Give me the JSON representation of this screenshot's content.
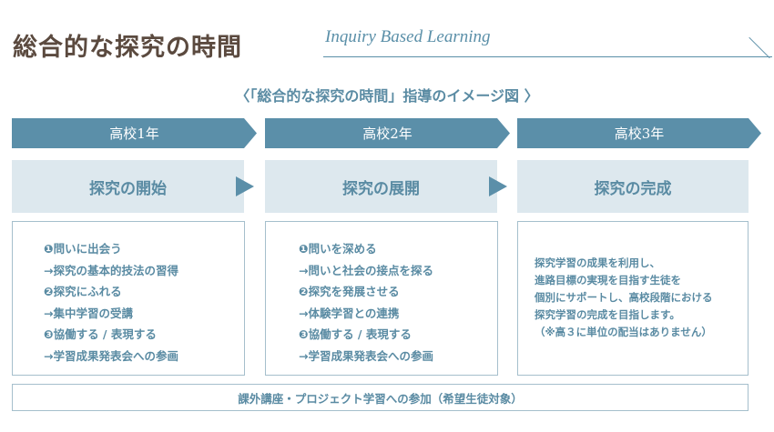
{
  "header": {
    "title": "総合的な探究の時間",
    "subtitle": "Inquiry Based Learning"
  },
  "caption": "〈「総合的な探究の時間」指導のイメージ図 〉",
  "columns": [
    {
      "year": "高校1年",
      "stage": "探究の開始",
      "lines": [
        "❶問いに出会う",
        "→探究の基本的技法の習得",
        "❷探究にふれる",
        "→集中学習の受講",
        "❸協働する / 表現する",
        "→学習成果発表会への参画"
      ]
    },
    {
      "year": "高校2年",
      "stage": "探究の展開",
      "lines": [
        "❶問いを深める",
        "→問いと社会の接点を探る",
        "❷探究を発展させる",
        "→体験学習との連携",
        "❸協働する / 表現する",
        "→学習成果発表会への参画"
      ]
    },
    {
      "year": "高校3年",
      "stage": "探究の完成",
      "lines": [
        "探究学習の成果を利用し、",
        "進路目標の実現を目指す生徒を",
        "個別にサポートし、高校段階における",
        "探究学習の完成を目指します。",
        "（※高３に単位の配当はありません）"
      ]
    }
  ],
  "footer": "課外講座・プロジェクト学習への参加（希望生徒対象）"
}
